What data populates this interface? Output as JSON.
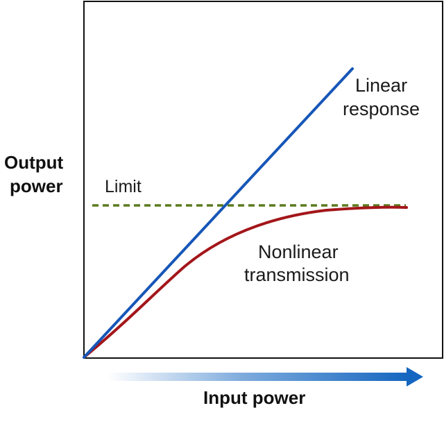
{
  "axes": {
    "y_title_line1": "Output",
    "y_title_line2": "power",
    "x_title": "Input power"
  },
  "annotations": {
    "limit": "Limit",
    "linear_line1": "Linear",
    "linear_line2": "response",
    "nonlinear_line1": "Nonlinear",
    "nonlinear_line2": "transmission"
  },
  "colors": {
    "linear": "#1656b8",
    "nonlinear": "#a3161a",
    "limit": "#5b7a1e",
    "arrow": "#1466c0",
    "frame": "#111111"
  }
}
